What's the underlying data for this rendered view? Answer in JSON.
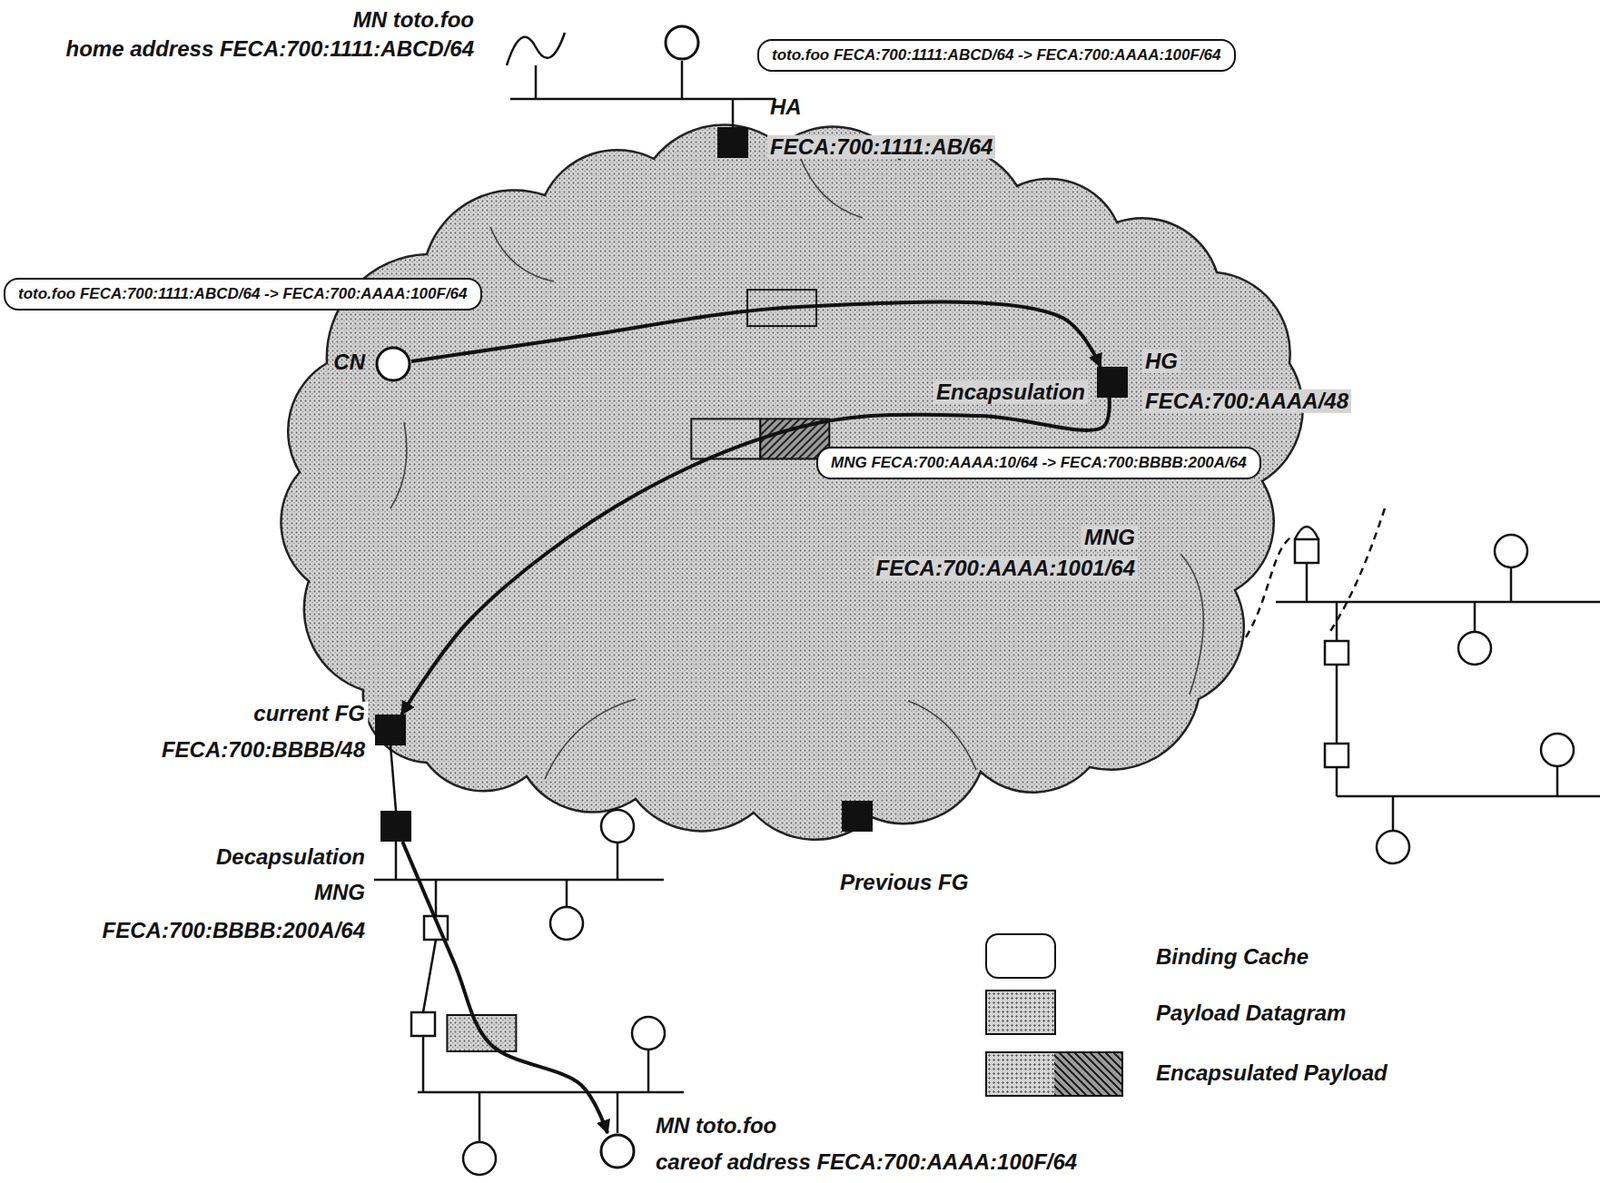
{
  "diagram": {
    "nodes": [
      {
        "text": [
          "MN toto.foo",
          "home address FECA:700:1111:ABCD/64"
        ]
      },
      {
        "text": [
          "toto.foo FECA:700:1111:ABCD/64 -> FECA:700:AAAA:100F/64"
        ]
      },
      {
        "text": [
          "HA",
          "FECA:700:1111:AB/64"
        ]
      },
      {
        "text": [
          "toto.foo FECA:700:1111:ABCD/64 -> FECA:700:AAAA:100F/64"
        ]
      },
      {
        "text": [
          "CN"
        ]
      },
      {
        "text": [
          "Encapsulation",
          "HG",
          "FECA:700:AAAA/48"
        ]
      },
      {
        "text": [
          "MNG FECA:700:AAAA:10/64 -> FECA:700:BBBB:200A/64"
        ]
      },
      {
        "text": [
          "current FG",
          "FECA:700:BBBB/48"
        ]
      },
      {
        "text": [
          "Decapsulation",
          "MNG",
          "FECA:700:BBBB:200A/64"
        ]
      },
      {
        "text": [
          "Previous FG"
        ]
      },
      {
        "text": [
          "MN toto.foo",
          "careof address FECA:700:AAAA:100F/64"
        ]
      }
    ],
    "edges": [
      {
        "from": 4,
        "to": 5,
        "arrow": "to"
      },
      {
        "from": 5,
        "to": 7,
        "arrow": "to"
      },
      {
        "from": 8,
        "to": 10,
        "arrow": "to"
      }
    ],
    "labels": [
      "MNG",
      "FECA:700:AAAA:1001/64"
    ],
    "legend": [
      {
        "text": "Binding Cache"
      },
      {
        "text": "Payload Datagram"
      },
      {
        "text": "Encapsulated Payload"
      }
    ]
  }
}
